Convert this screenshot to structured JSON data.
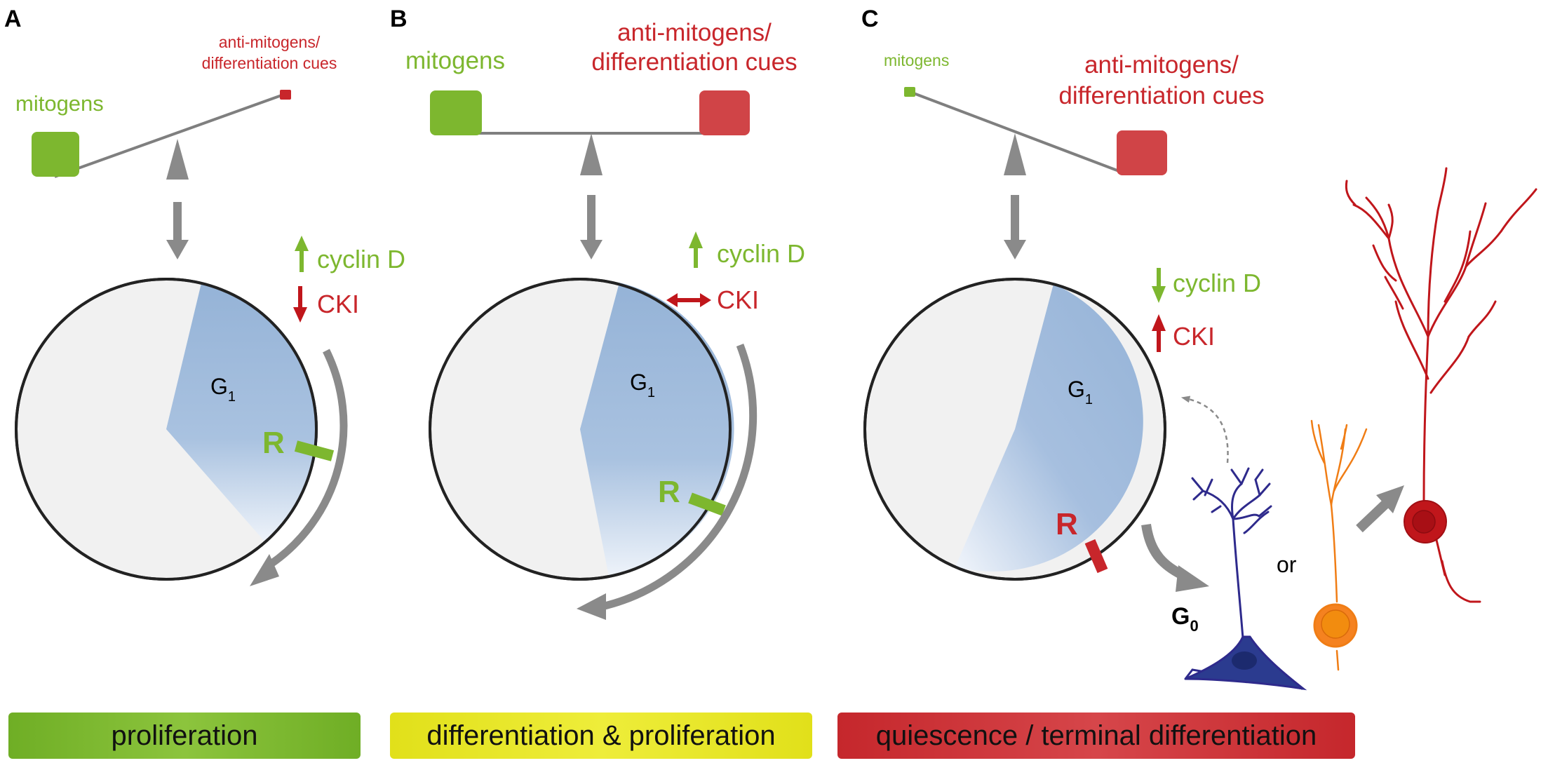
{
  "colors": {
    "mitogen_green": "#7db72f",
    "anti_red": "#c8262b",
    "g1_blue": "#95b3d7",
    "cell_fill": "#f1f1f1",
    "arrow_gray": "#8a8a8a",
    "g0_neuron_blue": "#2e2a8c",
    "neuron_orange": "#f07d15",
    "neuron_red": "#c0161b",
    "yellow_bar": "#e3e21a"
  },
  "panels": [
    {
      "letter": "A",
      "mitogens_label": "mitogens",
      "anti_label_line1": "anti-mitogens/",
      "anti_label_line2": "differentiation cues",
      "cyclin_label": "cyclin D",
      "cyclin_direction": "up",
      "cki_label": "CKI",
      "cki_direction": "down",
      "phase_label": "G",
      "phase_sub": "1",
      "restriction_label": "R",
      "outcome": "proliferation"
    },
    {
      "letter": "B",
      "mitogens_label": "mitogens",
      "anti_label_line1": "anti-mitogens/",
      "anti_label_line2": "differentiation cues",
      "cyclin_label": "cyclin D",
      "cyclin_direction": "up",
      "cki_label": "CKI",
      "cki_direction": "both",
      "phase_label": "G",
      "phase_sub": "1",
      "restriction_label": "R",
      "outcome": "differentiation & proliferation"
    },
    {
      "letter": "C",
      "mitogens_label": "mitogens",
      "anti_label_line1": "anti-mitogens/",
      "anti_label_line2": "differentiation cues",
      "cyclin_label": "cyclin D",
      "cyclin_direction": "down",
      "cki_label": "CKI",
      "cki_direction": "up",
      "phase_label": "G",
      "phase_sub": "1",
      "restriction_label": "R",
      "quiescent_label": "G",
      "quiescent_sub": "0",
      "or_label": "or",
      "outcome": "quiescence / terminal differentiation"
    }
  ]
}
